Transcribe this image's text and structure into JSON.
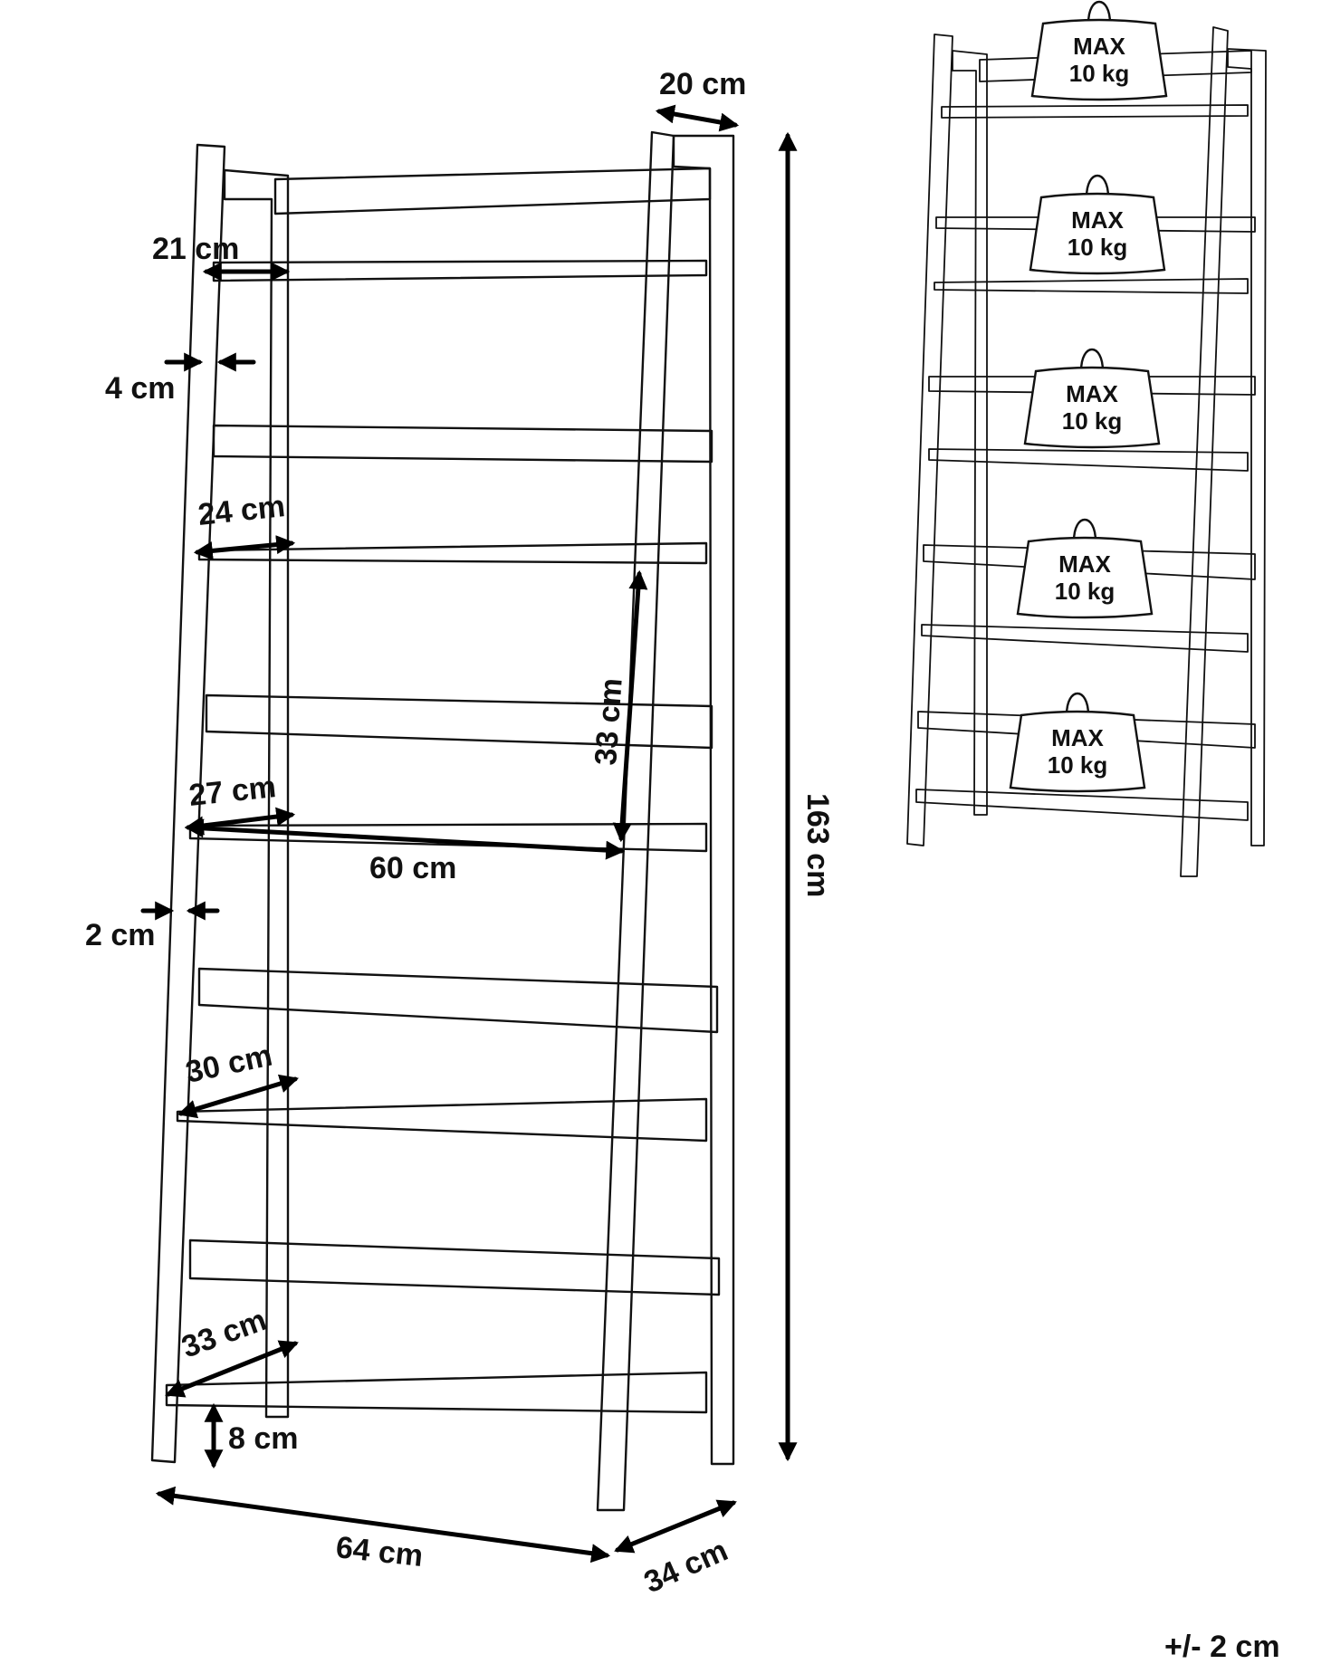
{
  "dimensions": {
    "shelf_depth_1": "21 cm",
    "leg_width_top": "4 cm",
    "shelf_depth_2": "24 cm",
    "shelf_depth_3": "27 cm",
    "shelf_width": "60 cm",
    "shelf_spacing": "33 cm",
    "leg_width_bottom": "2 cm",
    "shelf_depth_4": "30 cm",
    "shelf_depth_5": "33 cm",
    "floor_clearance": "8 cm",
    "total_width": "64 cm",
    "total_depth": "34 cm",
    "top_depth": "20 cm",
    "total_height": "163 cm"
  },
  "load": {
    "max_label": "MAX",
    "weight_label": "10 kg",
    "shelf_count": 5
  },
  "tolerance": "+/- 2 cm"
}
